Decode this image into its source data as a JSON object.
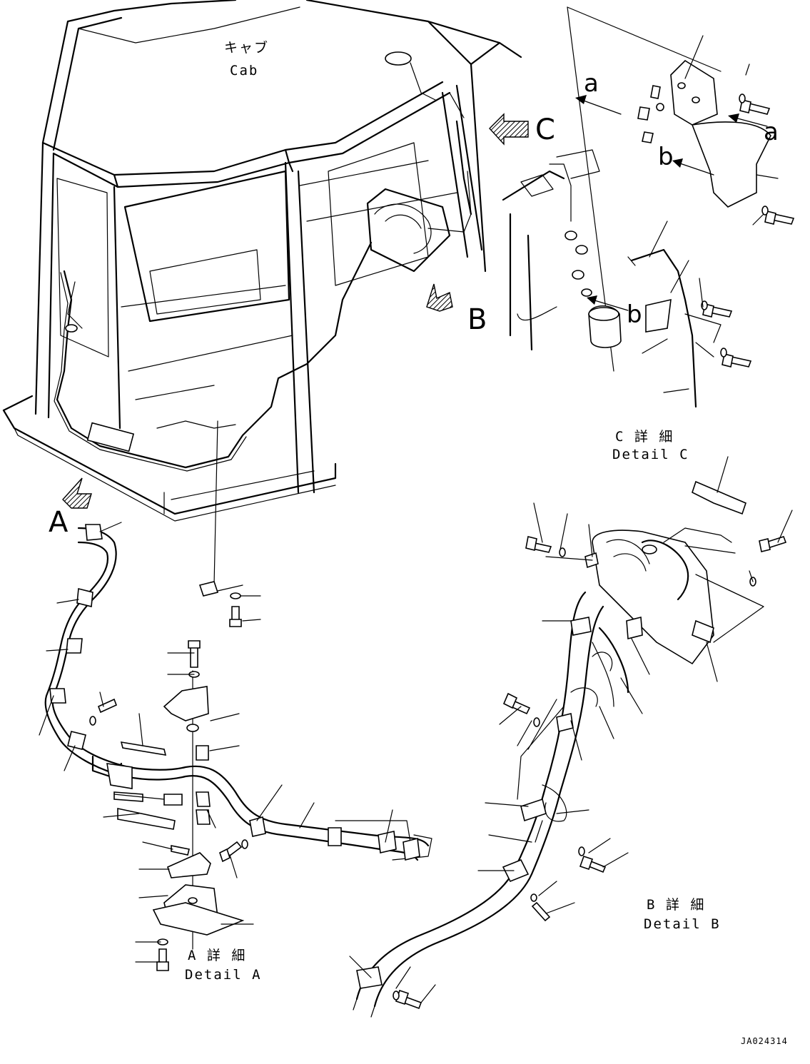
{
  "labels": {
    "cab_jp": "キャブ",
    "cab_en": "Cab",
    "view_a": "A",
    "view_b": "B",
    "view_c": "C",
    "arrow_a1": "a",
    "arrow_a2": "a",
    "arrow_b1": "b",
    "arrow_b2": "b",
    "detail_c_jp": "C 詳 細",
    "detail_c_en": "Detail C",
    "detail_b_jp": "B 詳 細",
    "detail_b_en": "Detail B",
    "detail_a_jp": "A 詳 細",
    "detail_a_en": "Detail A",
    "drawing_no": "JA024314"
  },
  "icons": {
    "view_arrow": "hatched-view-arrow-icon",
    "bolt": "bolt-icon",
    "washer": "washer-icon",
    "clamp": "clamp-icon"
  },
  "colors": {
    "ink": "#000000",
    "paper": "#ffffff"
  }
}
